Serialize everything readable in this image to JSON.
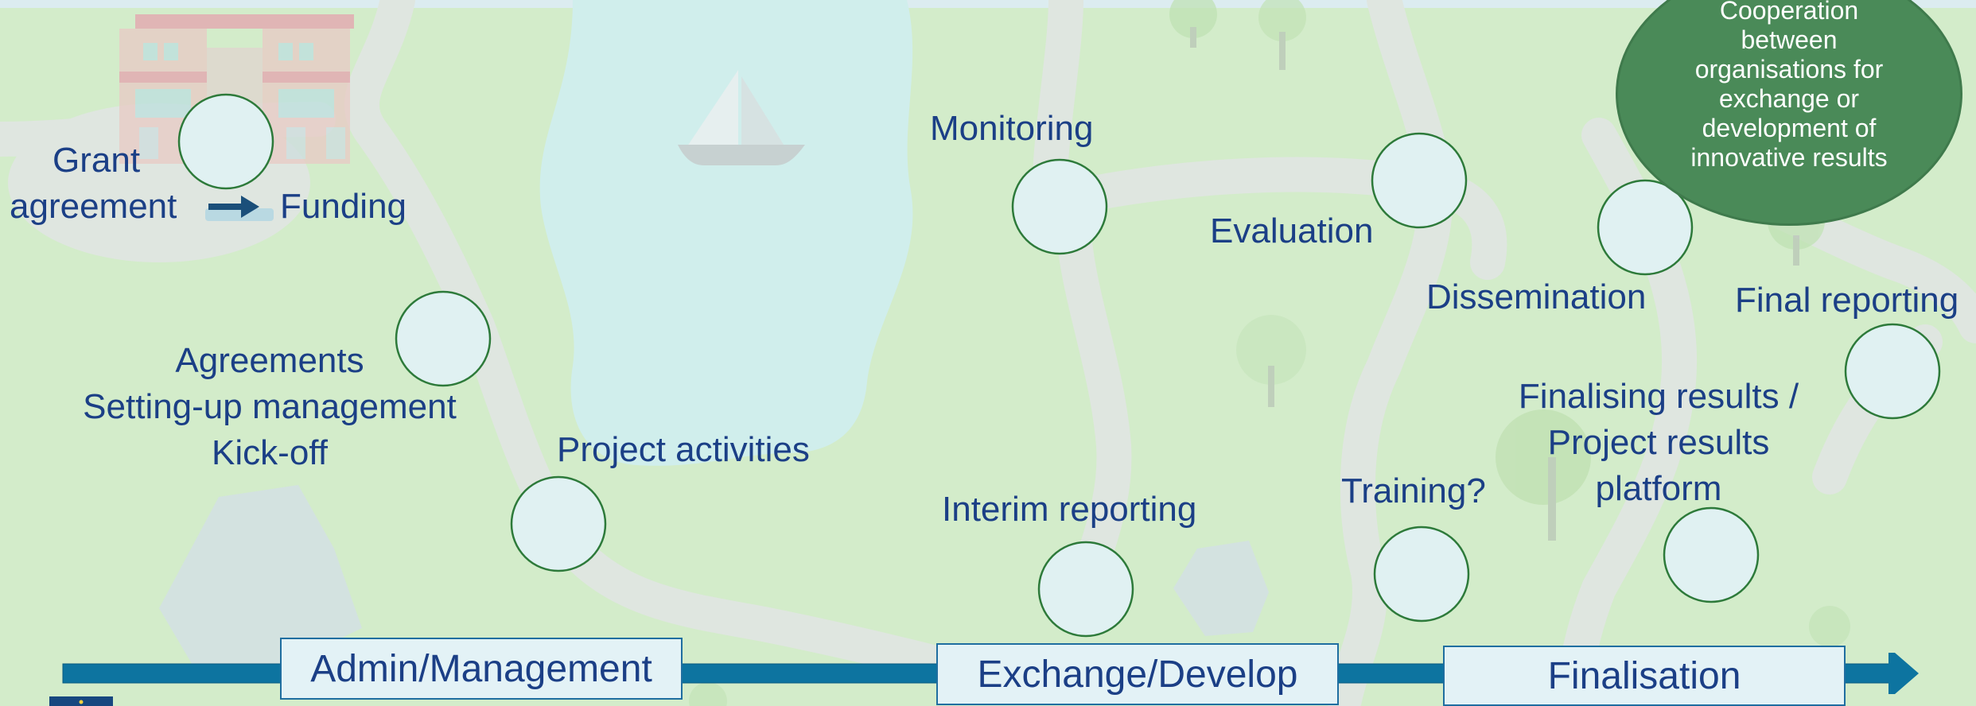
{
  "colors": {
    "grass": "#d3ecca",
    "path": "#dfe6e0",
    "lake": "#d0eeec",
    "milestone_fill": "#e0f1f2",
    "milestone_stroke": "#2d7a3a",
    "timeline": "#0d74a0",
    "label_text": "#1b3f86",
    "bubble": "#4a8a58"
  },
  "milestones": {
    "grant_agreement": {
      "line1": "Grant",
      "line2": "agreement"
    },
    "funding": "Funding",
    "agreements": {
      "line1": "Agreements",
      "line2": "Setting-up management",
      "line3": "Kick-off"
    },
    "project_activities": "Project activities",
    "monitoring": "Monitoring",
    "interim_reporting": "Interim reporting",
    "evaluation": "Evaluation",
    "training": "Training?",
    "dissemination": "Dissemination",
    "finalising": {
      "line1": "Finalising results /",
      "line2": "Project results",
      "line3": "platform"
    },
    "final_reporting": "Final reporting"
  },
  "stages": {
    "admin": "Admin/Management",
    "exchange": "Exchange/Develop",
    "finalisation": "Finalisation"
  },
  "bubble": {
    "line1": "Cooperation",
    "line2": "between",
    "line3": "organisations for",
    "line4": "exchange or",
    "line5": "development of",
    "line6": "innovative results"
  },
  "icons": [
    "house-icon",
    "sailboat-icon",
    "tree-icon",
    "rock-icon",
    "arrow-right-icon",
    "eu-flag-icon"
  ]
}
